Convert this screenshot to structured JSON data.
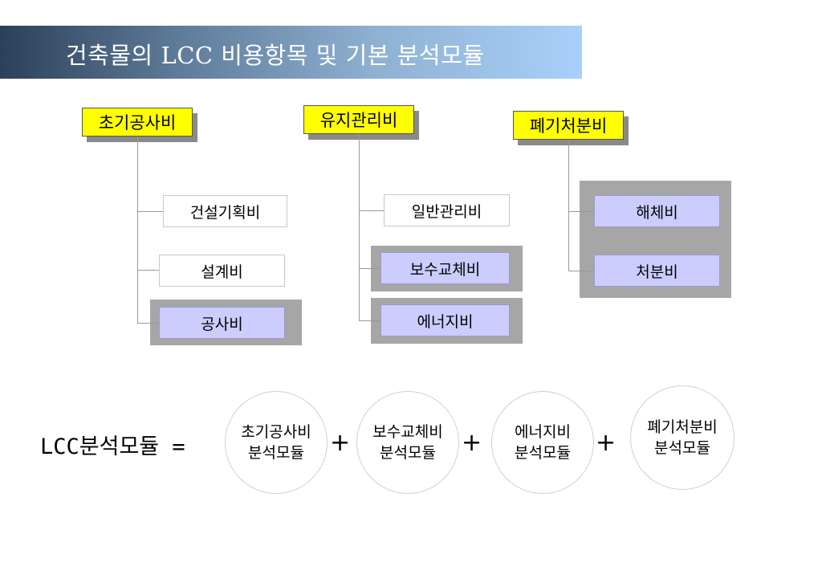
{
  "title": "건축물의 LCC 비용항목 및 기본 분석모듈",
  "categories": [
    {
      "label": "초기공사비",
      "items": [
        {
          "label": "건설기획비",
          "highlighted": false
        },
        {
          "label": "설계비",
          "highlighted": false
        },
        {
          "label": "공사비",
          "highlighted": true
        }
      ]
    },
    {
      "label": "유지관리비",
      "items": [
        {
          "label": "일반관리비",
          "highlighted": false
        },
        {
          "label": "보수교체비",
          "highlighted": true
        },
        {
          "label": "에너지비",
          "highlighted": true
        }
      ]
    },
    {
      "label": "폐기처분비",
      "items": [
        {
          "label": "해체비",
          "highlighted": true
        },
        {
          "label": "처분비",
          "highlighted": true
        }
      ]
    }
  ],
  "equation": {
    "label": "LCC분석모듈 =",
    "operator": "+",
    "modules": [
      {
        "line1": "초기공사비",
        "line2": "분석모듈"
      },
      {
        "line1": "보수교체비",
        "line2": "분석모듈"
      },
      {
        "line1": "에너지비",
        "line2": "분석모듈"
      },
      {
        "line1": "폐기처분비",
        "line2": "분석모듈"
      }
    ]
  },
  "colors": {
    "category_fill": "#ffff00",
    "highlight_fill": "#ccccff",
    "panel_gray": "#a6a6a6"
  }
}
